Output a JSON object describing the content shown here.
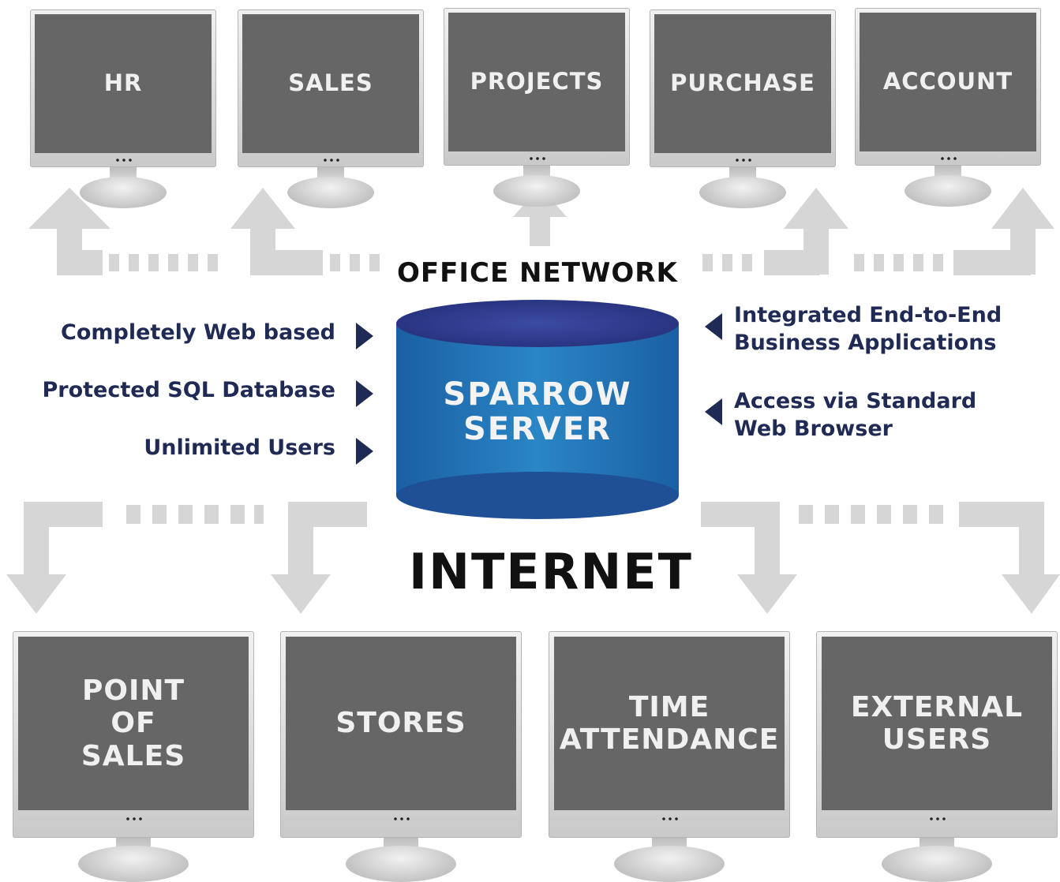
{
  "office_network": {
    "label": "OFFICE NETWORK",
    "departments": [
      "HR",
      "SALES",
      "PROJECTS",
      "PURCHASE",
      "ACCOUNT"
    ]
  },
  "server": {
    "label": "SPARROW\nSERVER"
  },
  "features_left": [
    "Completely Web based",
    "Protected SQL Database",
    "Unlimited Users"
  ],
  "features_right": [
    "Integrated End-to-End\nBusiness Applications",
    "Access via Standard\nWeb Browser"
  ],
  "internet": {
    "label": "INTERNET",
    "endpoints": [
      "POINT\nOF\nSALES",
      "STORES",
      "TIME\nATTENDANCE",
      "EXTERNAL\nUSERS"
    ]
  },
  "colors": {
    "screen": "#666666",
    "arrow": "#d6d6d6",
    "text_navy": "#1f2a55",
    "server_top": "#2b3a8c",
    "server_body": "#1d6fb0"
  }
}
